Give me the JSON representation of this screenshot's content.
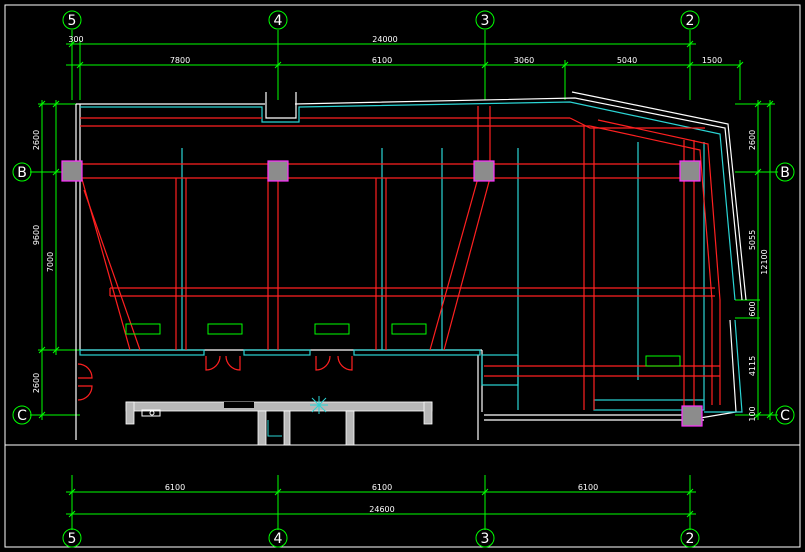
{
  "drawing": {
    "colors": {
      "background": "#000000",
      "frame": "#ffffff",
      "dimension": "#00ff00",
      "beam": "#ff2020",
      "pipe": "#2ad4d4",
      "wall": "#ffffff",
      "column_fill": "#8c8c8c",
      "column_edge": "#ff30ff"
    },
    "axis_labels": {
      "top_5": "5",
      "top_4": "4",
      "top_3": "3",
      "top_2": "2",
      "bottom_5": "5",
      "bottom_4": "4",
      "bottom_3": "3",
      "bottom_2": "2",
      "left_b": "B",
      "left_c": "C",
      "right_b": "B",
      "right_c": "C"
    },
    "top_dims": {
      "total": "24000",
      "seg_300": "300",
      "seg_7800": "7800",
      "seg_6100": "6100",
      "seg_3060": "3060",
      "seg_5040": "5040",
      "seg_1500": "1500"
    },
    "bottom_dims": {
      "seg_a": "6100",
      "seg_b": "6100",
      "seg_c": "6100",
      "total": "24600"
    },
    "left_dims": {
      "d_2600": "2600",
      "d_9600": "9600",
      "d_7000": "7000",
      "d_2600b": "2600"
    },
    "right_dims": {
      "d_2600": "2600",
      "d_5055": "5055",
      "d_12100": "12100",
      "d_600": "600",
      "d_4115": "4115",
      "d_100": "100"
    }
  }
}
